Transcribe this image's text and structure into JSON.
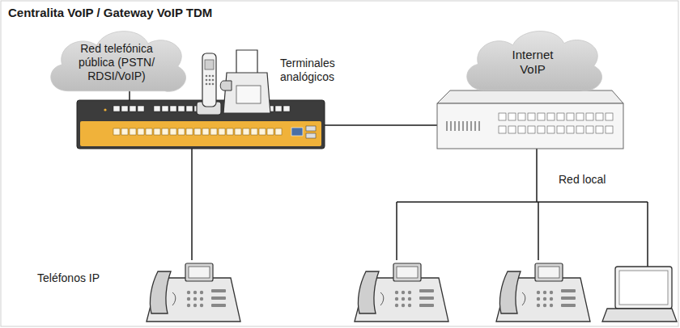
{
  "diagram": {
    "title": "Centralita VoIP / Gateway VoIP TDM",
    "nodes": [
      {
        "text": [
          "Red telefónica pública (PSTN/ RDSI/VoIP)"
        ]
      },
      {
        "text": [
          "Internet VoIP"
        ]
      }
    ],
    "labels": [
      "Terminales analógicos",
      "Red local",
      "Teléfonos IP"
    ]
  }
}
